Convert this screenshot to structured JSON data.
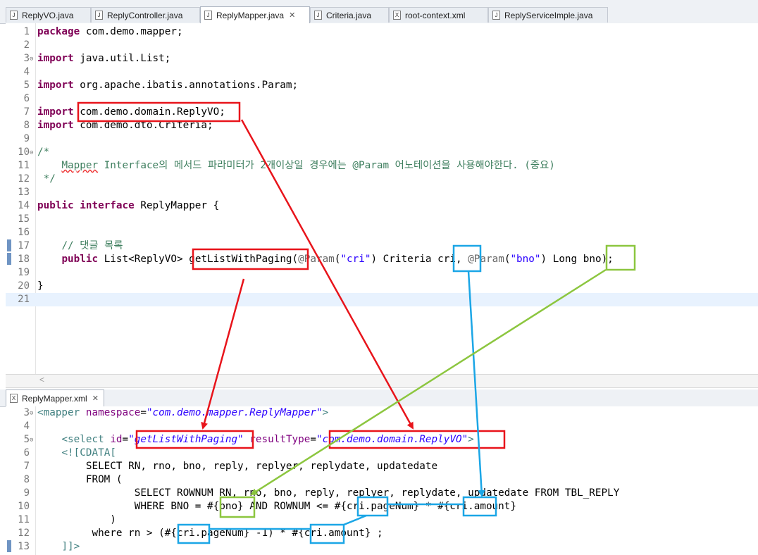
{
  "top_tabs": [
    {
      "label": "ReplyVO.java",
      "icon": "java-file-icon",
      "active": false
    },
    {
      "label": "ReplyController.java",
      "icon": "java-file-icon",
      "active": false
    },
    {
      "label": "ReplyMapper.java",
      "icon": "java-file-icon",
      "active": true
    },
    {
      "label": "Criteria.java",
      "icon": "java-file-icon",
      "active": false
    },
    {
      "label": "root-context.xml",
      "icon": "xml-file-icon",
      "active": false
    },
    {
      "label": "ReplyServiceImple.java",
      "icon": "java-file-icon",
      "active": false
    }
  ],
  "java_lines": [
    {
      "n": "1",
      "tokens": [
        {
          "t": "package",
          "c": "kw"
        },
        {
          "t": " com.demo.mapper;"
        }
      ]
    },
    {
      "n": "2",
      "tokens": []
    },
    {
      "n": "3",
      "fold": true,
      "tokens": [
        {
          "t": "import",
          "c": "kw"
        },
        {
          "t": " java.util.List;"
        }
      ]
    },
    {
      "n": "4",
      "tokens": []
    },
    {
      "n": "5",
      "tokens": [
        {
          "t": "import",
          "c": "kw"
        },
        {
          "t": " org.apache.ibatis.annotations.Param;"
        }
      ]
    },
    {
      "n": "6",
      "tokens": []
    },
    {
      "n": "7",
      "tokens": [
        {
          "t": "import",
          "c": "kw"
        },
        {
          "t": " com.demo.domain.ReplyVO;"
        }
      ]
    },
    {
      "n": "8",
      "tokens": [
        {
          "t": "import",
          "c": "kw"
        },
        {
          "t": " com.demo.dto.Criteria;"
        }
      ]
    },
    {
      "n": "9",
      "tokens": []
    },
    {
      "n": "10",
      "fold": true,
      "tokens": [
        {
          "t": "/*",
          "c": "cm"
        }
      ]
    },
    {
      "n": "11",
      "tokens": [
        {
          "t": "    "
        },
        {
          "t": "Mapper",
          "c": "cm sqg"
        },
        {
          "t": " Interface의 메서드 파라미터가 2개이상일 경우에는 @Param 어노테이션을 사용해야한다. (중요)",
          "c": "cm"
        }
      ]
    },
    {
      "n": "12",
      "tokens": [
        {
          "t": " */",
          "c": "cm"
        }
      ]
    },
    {
      "n": "13",
      "tokens": []
    },
    {
      "n": "14",
      "tokens": [
        {
          "t": "public",
          "c": "kw"
        },
        {
          "t": " "
        },
        {
          "t": "interface",
          "c": "kw"
        },
        {
          "t": " ReplyMapper {"
        }
      ]
    },
    {
      "n": "15",
      "tokens": []
    },
    {
      "n": "16",
      "tokens": []
    },
    {
      "n": "17",
      "mark": true,
      "tokens": [
        {
          "t": "    "
        },
        {
          "t": "// 댓글 목록",
          "c": "cm"
        }
      ]
    },
    {
      "n": "18",
      "mark": true,
      "tokens": [
        {
          "t": "    "
        },
        {
          "t": "public",
          "c": "kw"
        },
        {
          "t": " List<ReplyVO> getListWithPaging("
        },
        {
          "t": "@Param",
          "c": "ann"
        },
        {
          "t": "("
        },
        {
          "t": "\"cri\"",
          "c": "str"
        },
        {
          "t": ") Criteria cri, "
        },
        {
          "t": "@Param",
          "c": "ann"
        },
        {
          "t": "("
        },
        {
          "t": "\"bno\"",
          "c": "str"
        },
        {
          "t": ") Long bno);"
        }
      ]
    },
    {
      "n": "19",
      "tokens": []
    },
    {
      "n": "20",
      "tokens": [
        {
          "t": "}"
        }
      ]
    },
    {
      "n": "21",
      "current": true,
      "tokens": []
    }
  ],
  "bottom_tab": {
    "label": "ReplyMapper.xml",
    "icon": "xml-file-icon"
  },
  "scroll_left_glyph": "<",
  "xml_lines": [
    {
      "n": "3",
      "fold": true,
      "tokens": [
        {
          "t": "<mapper ",
          "c": "xt"
        },
        {
          "t": "namespace",
          "c": "xa"
        },
        {
          "t": "="
        },
        {
          "t": "\"com.demo.mapper.ReplyMapper\"",
          "c": "xv"
        },
        {
          "t": ">",
          "c": "xt"
        }
      ]
    },
    {
      "n": "4",
      "tokens": []
    },
    {
      "n": "5",
      "fold": true,
      "tokens": [
        {
          "t": "    "
        },
        {
          "t": "<select ",
          "c": "xt"
        },
        {
          "t": "id",
          "c": "xa"
        },
        {
          "t": "="
        },
        {
          "t": "\"getListWithPaging\"",
          "c": "xv"
        },
        {
          "t": " "
        },
        {
          "t": "resultType",
          "c": "xa"
        },
        {
          "t": "="
        },
        {
          "t": "\"com.demo.domain.ReplyVO\"",
          "c": "xv"
        },
        {
          "t": ">",
          "c": "xt"
        }
      ]
    },
    {
      "n": "6",
      "tokens": [
        {
          "t": "    "
        },
        {
          "t": "<![CDATA[",
          "c": "xt"
        }
      ]
    },
    {
      "n": "7",
      "tokens": [
        {
          "t": "        SELECT RN, rno, bno, reply, replyer, replydate, updatedate"
        }
      ]
    },
    {
      "n": "8",
      "tokens": [
        {
          "t": "        FROM ("
        }
      ]
    },
    {
      "n": "9",
      "tokens": [
        {
          "t": "                SELECT ROWNUM RN, rno, bno, reply, replyer, replydate, updatedate FROM TBL_REPLY"
        }
      ]
    },
    {
      "n": "10",
      "tokens": [
        {
          "t": "                WHERE BNO = #{bno} AND ROWNUM <= #{cri.pageNum} * #{cri.amount}"
        }
      ]
    },
    {
      "n": "11",
      "tokens": [
        {
          "t": "            )"
        }
      ]
    },
    {
      "n": "12",
      "tokens": [
        {
          "t": "         where rn > (#{cri.pageNum} -1) * #{cri.amount} ;"
        }
      ]
    },
    {
      "n": "13",
      "mark": true,
      "tokens": [
        {
          "t": "    "
        },
        {
          "t": "]]>",
          "c": "xt"
        }
      ]
    }
  ],
  "colors": {
    "red": "#e8141b",
    "blue": "#1ba6e6",
    "green": "#8cc63f"
  }
}
